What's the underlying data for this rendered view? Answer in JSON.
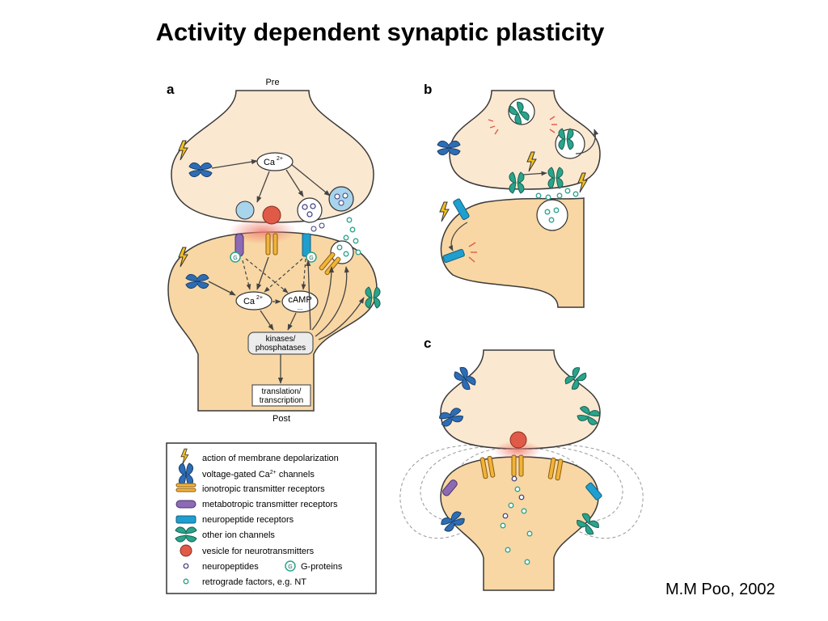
{
  "slide": {
    "title": "Activity dependent synaptic plasticity",
    "citation": "M.M Poo, 2002"
  },
  "panels": {
    "a": {
      "letter": "a",
      "pre_label": "Pre",
      "post_label": "Post",
      "ca_pre": "Ca",
      "ca_post": "Ca",
      "ca_superscript": "2+",
      "camp": "cAMP",
      "camp_dots": "...",
      "kinases_line1": "kinases/",
      "kinases_line2": "phosphatases",
      "translation_line1": "translation/",
      "translation_line2": "transcription",
      "g_protein": "G"
    },
    "b": {
      "letter": "b"
    },
    "c": {
      "letter": "c"
    }
  },
  "legend": {
    "items": [
      {
        "icon": "lightning-icon",
        "label": "action of membrane depolarization"
      },
      {
        "icon": "voltage-gated-channel-icon",
        "label_prefix": "voltage-gated Ca",
        "label_sup": "2+",
        "label_suffix": " channels"
      },
      {
        "icon": "ionotropic-receptor-icon",
        "label": "ionotropic transmitter receptors"
      },
      {
        "icon": "metabotropic-receptor-icon",
        "label": "metabotropic transmitter receptors"
      },
      {
        "icon": "neuropeptide-receptor-icon",
        "label": "neuropeptide receptors"
      },
      {
        "icon": "ion-channel-icon",
        "label": "other ion channels"
      },
      {
        "icon": "vesicle-icon",
        "label": "vesicle for neurotransmitters"
      },
      {
        "icon": "neuropeptide-dot-icon",
        "label": "neuropeptides",
        "g_label": "G-proteins",
        "g_symbol": "G"
      },
      {
        "icon": "retrograde-dot-icon",
        "label": "retrograde factors, e.g. NT"
      }
    ]
  },
  "colors": {
    "pre_fill": "#fbe8d0",
    "post_fill": "#f8d7a4",
    "outline": "#3a3a3a",
    "blue_channel": "#2d6db5",
    "teal_channel": "#2aa48c",
    "orange_receptor": "#f2b33a",
    "purple_receptor": "#8c6ab4",
    "cyan_receptor": "#1e9fd0",
    "vesicle_red": "#e05a48",
    "light_blue_vesicle": "#a8d4ec",
    "arrow": "#444444"
  }
}
